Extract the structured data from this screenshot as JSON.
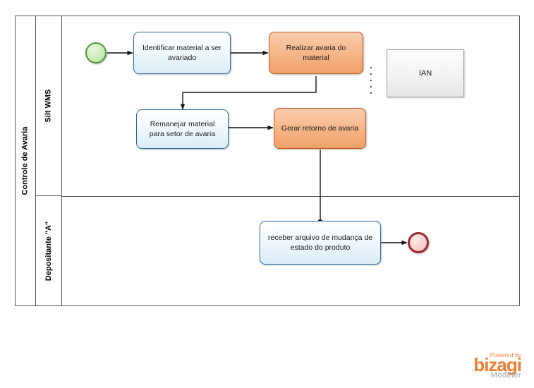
{
  "diagram": {
    "pool": {
      "label": "Controle de Avaria"
    },
    "lanes": [
      {
        "label": "Silt WMS"
      },
      {
        "label": "Depositante \"A\""
      }
    ],
    "events": [
      {
        "type": "start-event",
        "name": "start-event"
      },
      {
        "type": "end-event",
        "name": "end-event"
      }
    ],
    "tasks": [
      {
        "id": "t1",
        "label": "Identificar material a ser avariado",
        "style": "blue"
      },
      {
        "id": "t2",
        "label": "Realizar avaria do material",
        "style": "orange"
      },
      {
        "id": "t3",
        "label": "Remanejar material para setor de avaria",
        "style": "blue"
      },
      {
        "id": "t4",
        "label": "Gerar retorno de avaria",
        "style": "orange"
      },
      {
        "id": "t5",
        "label": "receber arquivo de mudança de estado do produto",
        "style": "blue"
      }
    ],
    "notes": [
      {
        "id": "n1",
        "label": "IAN"
      }
    ]
  },
  "branding": {
    "powered_by": "Powered by",
    "brand": "bizagi",
    "product": "Modeler"
  }
}
